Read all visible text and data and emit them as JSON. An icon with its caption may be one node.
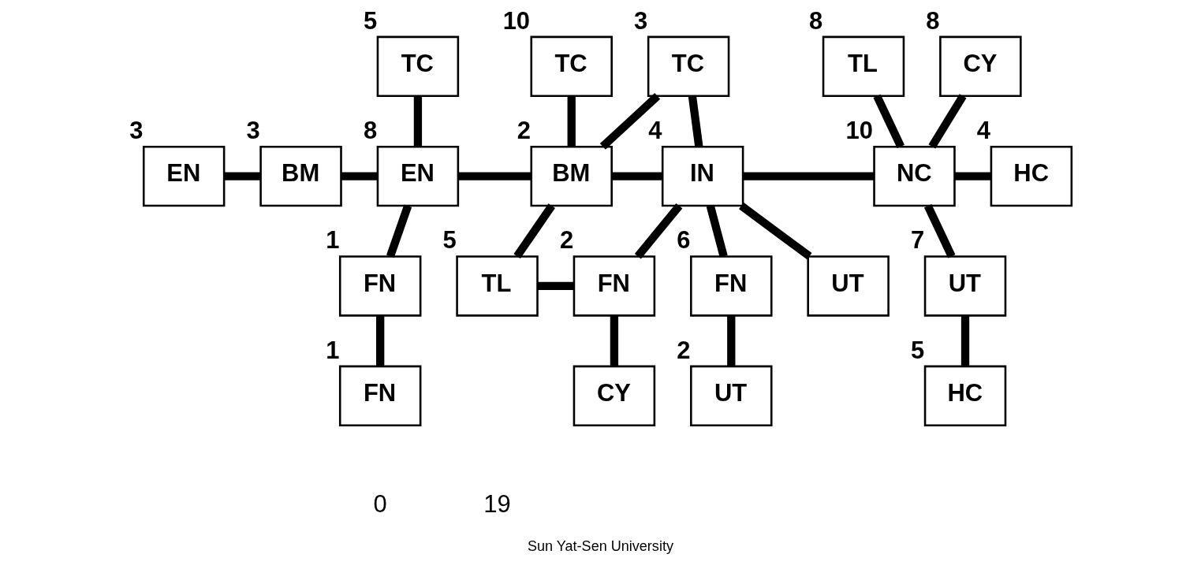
{
  "diagram": {
    "caption": "Sun Yat-Sen University",
    "nodes": [
      {
        "text": [
          "TC"
        ],
        "beside": [
          "5"
        ]
      },
      {
        "text": [
          "TC"
        ],
        "beside": [
          "10"
        ]
      },
      {
        "text": [
          "TC"
        ],
        "beside": [
          "3"
        ]
      },
      {
        "text": [
          "TL"
        ],
        "beside": [
          "8"
        ]
      },
      {
        "text": [
          "CY"
        ],
        "beside": [
          "8"
        ]
      },
      {
        "text": [
          "EN"
        ],
        "beside": [
          "3"
        ]
      },
      {
        "text": [
          "BM"
        ],
        "beside": [
          "3"
        ]
      },
      {
        "text": [
          "EN"
        ],
        "beside": [
          "8"
        ]
      },
      {
        "text": [
          "BM"
        ],
        "beside": [
          "2"
        ]
      },
      {
        "text": [
          "IN"
        ],
        "beside": [
          "4"
        ]
      },
      {
        "text": [
          "NC"
        ],
        "beside": [
          "10"
        ]
      },
      {
        "text": [
          "HC"
        ],
        "beside": [
          "4"
        ]
      },
      {
        "text": [
          "FN"
        ],
        "beside": [
          "1"
        ]
      },
      {
        "text": [
          "TL"
        ],
        "beside": [
          "5"
        ]
      },
      {
        "text": [
          "FN"
        ],
        "beside": [
          "2"
        ]
      },
      {
        "text": [
          "FN"
        ],
        "beside": [
          "6"
        ]
      },
      {
        "text": [
          "UT"
        ]
      },
      {
        "text": [
          "UT"
        ],
        "beside": [
          "7"
        ]
      },
      {
        "text": [
          "FN"
        ],
        "beside": [
          "1"
        ]
      },
      {
        "text": [
          "CY"
        ]
      },
      {
        "text": [
          "UT"
        ],
        "beside": [
          "2"
        ]
      },
      {
        "text": [
          "HC"
        ],
        "beside": [
          "5"
        ]
      }
    ],
    "edges": [
      {
        "from": 5,
        "to": 6,
        "arrow": "none"
      },
      {
        "from": 6,
        "to": 7,
        "arrow": "none"
      },
      {
        "from": 7,
        "to": 8,
        "arrow": "none"
      },
      {
        "from": 8,
        "to": 9,
        "arrow": "none"
      },
      {
        "from": 9,
        "to": 10,
        "arrow": "none"
      },
      {
        "from": 10,
        "to": 11,
        "arrow": "none"
      },
      {
        "from": 0,
        "to": 7,
        "arrow": "none"
      },
      {
        "from": 1,
        "to": 8,
        "arrow": "none"
      },
      {
        "from": 2,
        "to": 8,
        "arrow": "none"
      },
      {
        "from": 2,
        "to": 9,
        "arrow": "none"
      },
      {
        "from": 3,
        "to": 10,
        "arrow": "none"
      },
      {
        "from": 4,
        "to": 10,
        "arrow": "none"
      },
      {
        "from": 7,
        "to": 12,
        "arrow": "none"
      },
      {
        "from": 8,
        "to": 13,
        "arrow": "none"
      },
      {
        "from": 9,
        "to": 14,
        "arrow": "none"
      },
      {
        "from": 9,
        "to": 15,
        "arrow": "none"
      },
      {
        "from": 9,
        "to": 16,
        "arrow": "none"
      },
      {
        "from": 10,
        "to": 17,
        "arrow": "none"
      },
      {
        "from": 13,
        "to": 14,
        "arrow": "none"
      },
      {
        "from": 12,
        "to": 18,
        "arrow": "none"
      },
      {
        "from": 14,
        "to": 19,
        "arrow": "none"
      },
      {
        "from": 15,
        "to": 20,
        "arrow": "none"
      },
      {
        "from": 17,
        "to": 21,
        "arrow": "none"
      }
    ],
    "labels": [
      "0",
      "19"
    ]
  }
}
